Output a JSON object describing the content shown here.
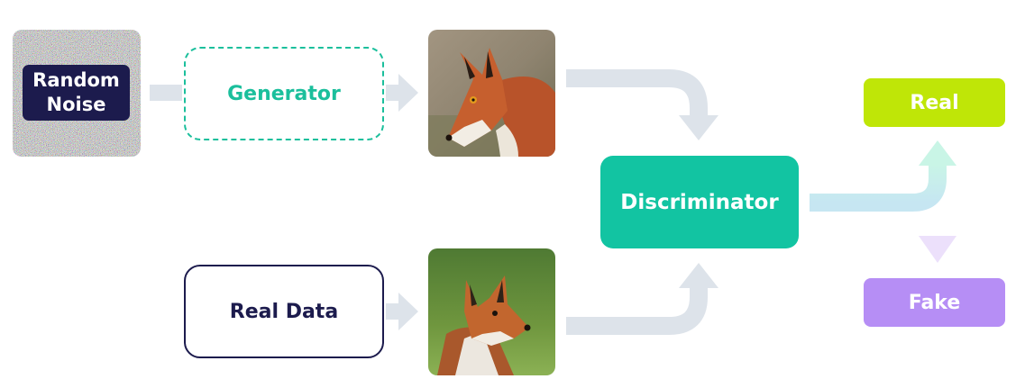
{
  "nodes": {
    "random_noise": "Random\nNoise",
    "generator": "Generator",
    "real_data": "Real Data",
    "discriminator": "Discriminator",
    "real": "Real",
    "fake": "Fake"
  },
  "colors": {
    "navy": "#1c1b4d",
    "teal": "#12c4a2",
    "lime": "#bfe607",
    "lavender": "#b68ef5",
    "arrow": "#dde3ea"
  },
  "images": {
    "fake_sample": "generated-fox-photo",
    "real_sample": "real-fox-photo"
  }
}
